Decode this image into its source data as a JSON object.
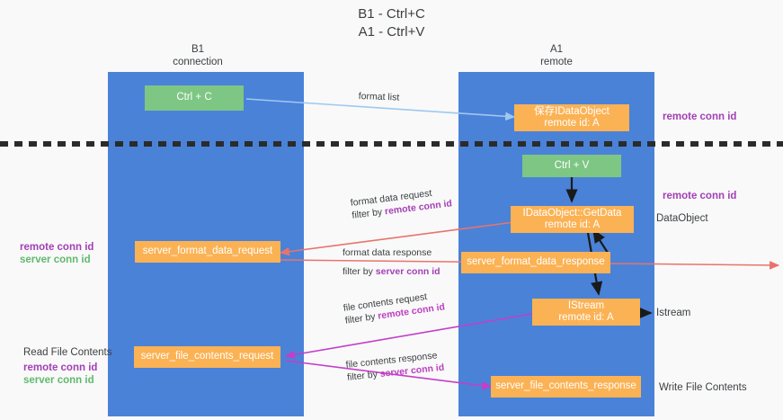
{
  "title": {
    "line1": "B1 - Ctrl+C",
    "line2": "A1 - Ctrl+V"
  },
  "columns": {
    "left": {
      "name": "B1",
      "role": "connection"
    },
    "right": {
      "name": "A1",
      "role": "remote"
    }
  },
  "colors": {
    "panel": "#4a82d8",
    "green_box": "#7ec684",
    "orange_box": "#fbb254",
    "purple_id": "#a23fb5",
    "green_id": "#62b86f",
    "magenta_id": "#bb3fc0",
    "arrow_blue": "#9fc8ef",
    "arrow_red": "#e8736d",
    "arrow_magenta": "#c23fc9",
    "arrow_black": "#1a1a1a",
    "background": "#f9f9f9"
  },
  "nodes": {
    "ctrl_c": {
      "line1": "Ctrl + C",
      "line2": ""
    },
    "save_dataobject": {
      "line1": "保存IDataObject",
      "line2": "remote id: A"
    },
    "ctrl_v": {
      "line1": "Ctrl + V",
      "line2": ""
    },
    "getdata": {
      "line1": "IDataObject::GetData",
      "line2": "remote id: A"
    },
    "server_format_data_request": {
      "line1": "server_format_data_request",
      "line2": ""
    },
    "server_format_data_response": {
      "line1": "server_format_data_response",
      "line2": ""
    },
    "istream": {
      "line1": "IStream",
      "line2": "remote id: A"
    },
    "server_file_contents_request": {
      "line1": "server_file_contents_request",
      "line2": ""
    },
    "server_file_contents_response": {
      "line1": "server_file_contents_response",
      "line2": ""
    }
  },
  "right_labels": {
    "remote_conn_id_top": "remote conn id",
    "remote_conn_id_mid": "remote conn id",
    "dataobject": "DataObject",
    "istream": "Istream",
    "write_file_contents": "Write File Contents"
  },
  "left_labels": {
    "remote_conn_id_1": "remote conn id",
    "server_conn_id_1": "server conn id",
    "read_file_contents": "Read File Contents",
    "remote_conn_id_2": "remote conn id",
    "server_conn_id_2": "server conn id"
  },
  "edges": [
    {
      "id": "format-list",
      "label1": "format list",
      "label2_prefix": "",
      "label2_id": "",
      "color": "#9fc8ef"
    },
    {
      "id": "format-data-request",
      "label1": "format data request",
      "label2_prefix": "filter by ",
      "label2_id": "remote conn id",
      "color": "#e8736d"
    },
    {
      "id": "format-data-response",
      "label1": "format data response",
      "label2_prefix": "filter by ",
      "label2_id": "server conn id",
      "color": "#e8736d"
    },
    {
      "id": "file-contents-request",
      "label1": "file contents request",
      "label2_prefix": "filter by ",
      "label2_id": "remote conn id",
      "color": "#c23fc9"
    },
    {
      "id": "file-contents-response",
      "label1": "file contents response",
      "label2_prefix": "filter by ",
      "label2_id": "server conn id",
      "color": "#c23fc9"
    }
  ]
}
